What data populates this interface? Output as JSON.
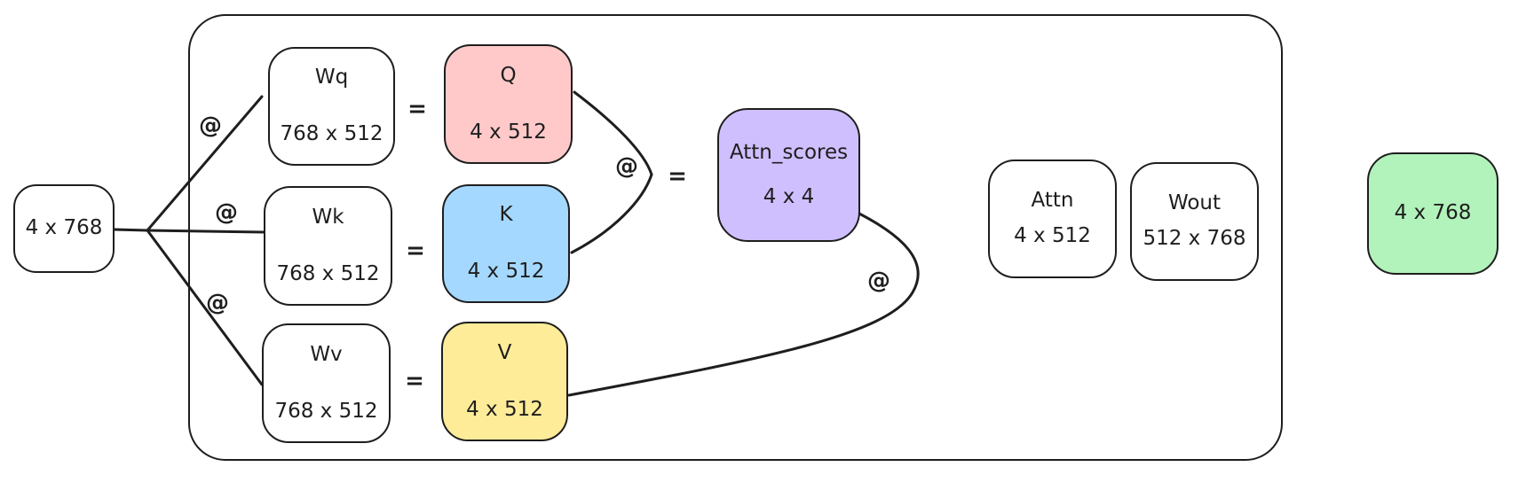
{
  "diagram_type": "attention-block-matrix-flow",
  "operators": {
    "matmul": "@",
    "equals": "="
  },
  "colors": {
    "stroke": "#1e1e1e",
    "background": "#ffffff",
    "q_fill": "#ffc9c9",
    "k_fill": "#a5d8ff",
    "v_fill": "#ffec99",
    "scores_fill": "#d0bfff",
    "output_fill": "#b2f2bb",
    "white_fill": "#ffffff"
  },
  "nodes": {
    "input": {
      "title": "4 x 768",
      "fill": "#ffffff"
    },
    "wq": {
      "title": "Wq",
      "dims": "768 x 512",
      "fill": "#ffffff"
    },
    "q": {
      "title": "Q",
      "dims": "4 x 512",
      "fill": "#ffc9c9"
    },
    "wk": {
      "title": "Wk",
      "dims": "768 x 512",
      "fill": "#ffffff"
    },
    "k": {
      "title": "K",
      "dims": "4 x 512",
      "fill": "#a5d8ff"
    },
    "wv": {
      "title": "Wv",
      "dims": "768 x 512",
      "fill": "#ffffff"
    },
    "v": {
      "title": "V",
      "dims": "4 x 512",
      "fill": "#ffec99"
    },
    "attn_scores": {
      "title": "Attn_scores",
      "dims": "4 x 4",
      "fill": "#d0bfff"
    },
    "attn": {
      "title": "Attn",
      "dims": "4 x 512",
      "fill": "#ffffff"
    },
    "wout": {
      "title": "Wout",
      "dims": "512 x 768",
      "fill": "#ffffff"
    },
    "output": {
      "title": "4 x 768",
      "fill": "#b2f2bb"
    }
  }
}
